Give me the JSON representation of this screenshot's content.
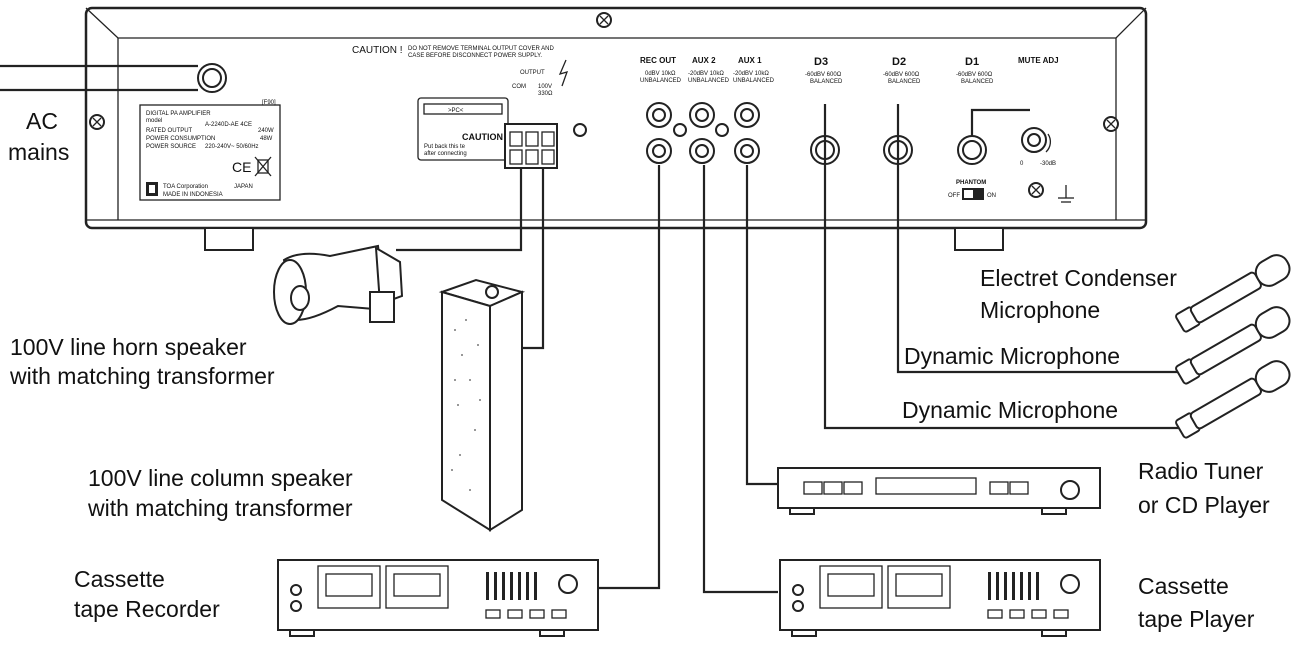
{
  "labels": {
    "ac_mains_1": "AC",
    "ac_mains_2": "mains",
    "horn_1": "100V line horn speaker",
    "horn_2": "with matching transformer",
    "column_1": "100V line column speaker",
    "column_2": "with matching transformer",
    "recorder_1": "Cassette",
    "recorder_2": "tape Recorder",
    "electret_1": "Electret Condenser",
    "electret_2": "Microphone",
    "dynamic_1": "Dynamic Microphone",
    "dynamic_2": "Dynamic Microphone",
    "tuner_1": "Radio Tuner",
    "tuner_2": "or CD Player",
    "player_1": "Cassette",
    "player_2": "tape Player"
  },
  "panel": {
    "caution": "CAUTION !",
    "caution_note_1": "DO NOT REMOVE TERMINAL OUTPUT COVER AND",
    "caution_note_2": "CASE BEFORE DISCONNECT POWER SUPPLY.",
    "output": "OUTPUT",
    "com": "COM",
    "v100": "100V",
    "ohm": "330Ω",
    "rec_out": "REC OUT",
    "aux2": "AUX 2",
    "aux1": "AUX 1",
    "d3": "D3",
    "d2": "D2",
    "d1": "D1",
    "mute_adj": "MUTE ADJ",
    "rec_spec_1": "0dBV 10kΩ",
    "rec_spec_2": "UNBALANCED",
    "aux2_spec_1": "-20dBV 10kΩ",
    "aux2_spec_2": "UNBALANCED",
    "aux1_spec_1": "-20dBV 10kΩ",
    "aux1_spec_2": "UNBALANCED",
    "d3_spec_1": "-60dBV 600Ω",
    "d3_spec_2": "BALANCED",
    "d2_spec_1": "-60dBV 600Ω",
    "d2_spec_2": "BALANCED",
    "d1_spec_1": "-60dBV 600Ω",
    "d1_spec_2": "BALANCED",
    "phantom": "PHANTOM",
    "off": "OFF",
    "on": "ON",
    "mute_0": "0",
    "mute_30": "-30dB",
    "cover_label": "CAUTION",
    "cover_note_1": "Put back this te",
    "cover_note_2": "after connecting",
    "pc_mark": ">PC<"
  },
  "nameplate": {
    "line1": "DIGITAL PA AMPLIFIER",
    "line2": "model",
    "model": "A-2240D-AE 4CE",
    "rated_output_label": "RATED OUTPUT",
    "rated_output": "240W",
    "power_consumption_label": "POWER CONSUMPTION",
    "power_consumption": "48W",
    "power_source_label": "POWER SOURCE",
    "power_source": "220-240V~ 50/60Hz",
    "code": "[F90]",
    "maker": "TOA Corporation",
    "maker_country": "JAPAN",
    "made_in": "MADE IN INDONESIA",
    "ce": "CE"
  },
  "colors": {
    "ink": "#222222",
    "paper": "#ffffff"
  }
}
